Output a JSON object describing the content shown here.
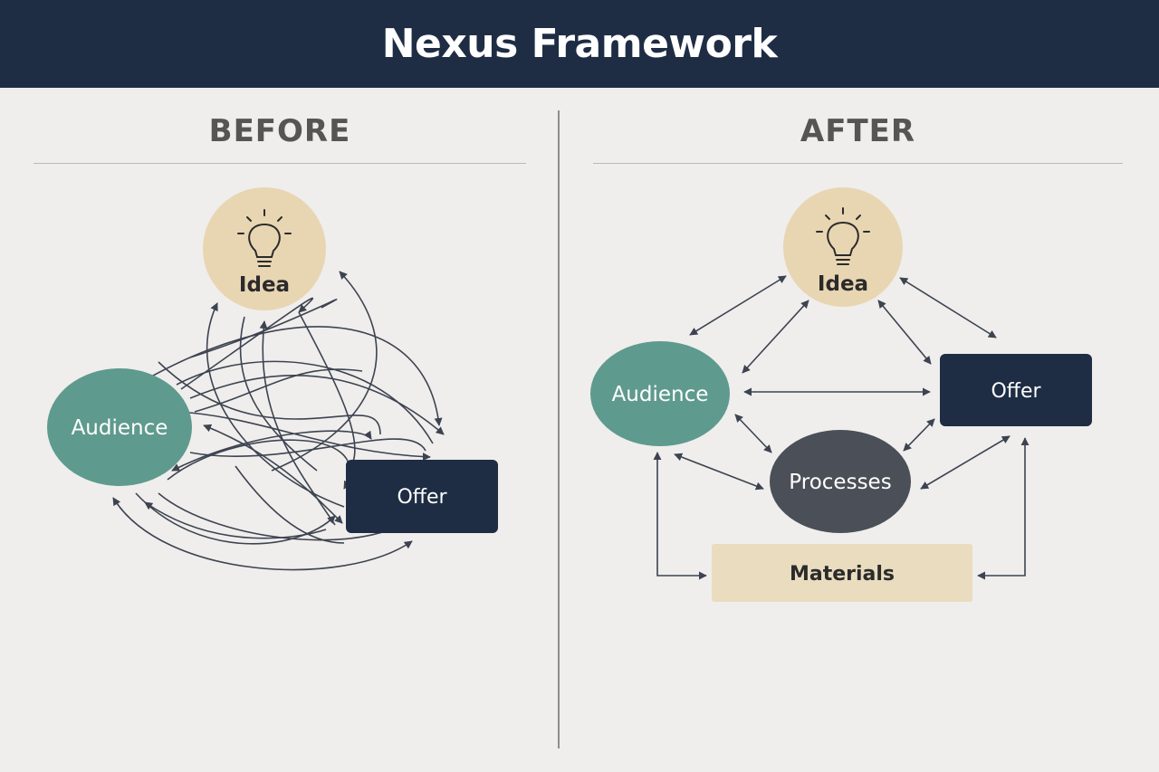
{
  "header": {
    "title": "Nexus Framework"
  },
  "before": {
    "title": "BEFORE",
    "nodes": {
      "idea": "Idea",
      "audience": "Audience",
      "offer": "Offer"
    }
  },
  "after": {
    "title": "AFTER",
    "nodes": {
      "idea": "Idea",
      "audience": "Audience",
      "offer": "Offer",
      "processes": "Processes",
      "materials": "Materials"
    }
  },
  "colors": {
    "header_bg": "#1e2d44",
    "idea": "#e8d6b3",
    "audience": "#5f9a8e",
    "offer": "#1e2d44",
    "processes": "#4b4f57",
    "materials": "#e9dcbf",
    "arrow": "#3d4350"
  },
  "icons": {
    "idea": "lightbulb-icon"
  }
}
